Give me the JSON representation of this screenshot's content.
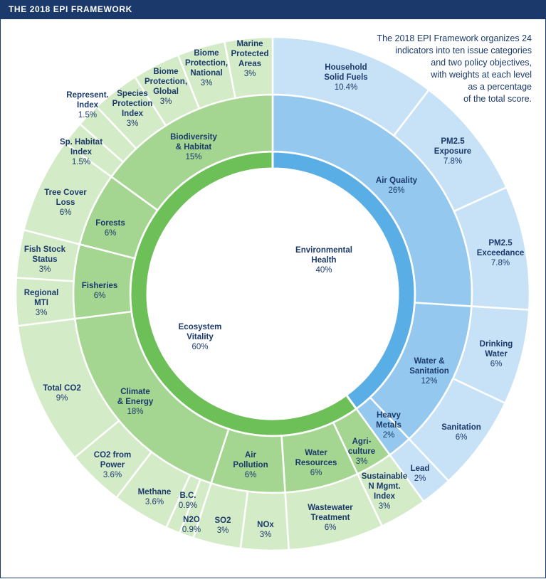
{
  "header": {
    "title": "THE 2018 EPI FRAMEWORK"
  },
  "intro": {
    "lines": [
      "The 2018 EPI Framework organizes 24",
      "indicators into ten issue categories",
      "and two policy objectives,",
      "with weights at each level",
      "as a percentage",
      "of the total score."
    ]
  },
  "colors": {
    "header": "#1b3a6b",
    "text": "#1b3a6b",
    "health_ring1": "#5aaee6",
    "health_ring2": "#94c8ef",
    "health_ring3": "#c7e2f6",
    "vitality_ring1": "#6dbf58",
    "vitality_ring2": "#a5d691",
    "vitality_ring3": "#d4ebc8"
  },
  "chart_data": {
    "type": "sunburst",
    "rings": [
      {
        "level": "policy objective",
        "segments": [
          {
            "name": "Environmental Health",
            "value": "40%",
            "weight": 40,
            "group": "health"
          },
          {
            "name": "Ecosystem Vitality",
            "value": "60%",
            "weight": 60,
            "group": "vitality"
          }
        ]
      },
      {
        "level": "issue category",
        "segments": [
          {
            "name": "Air Quality",
            "value": "26%",
            "weight": 26,
            "group": "health"
          },
          {
            "name": "Water & Sanitation",
            "value": "12%",
            "weight": 12,
            "group": "health"
          },
          {
            "name": "Heavy Metals",
            "value": "2%",
            "weight": 2,
            "group": "health"
          },
          {
            "name": "Agri-culture",
            "value": "3%",
            "weight": 3,
            "group": "vitality"
          },
          {
            "name": "Water Resources",
            "value": "6%",
            "weight": 6,
            "group": "vitality"
          },
          {
            "name": "Air Pollution",
            "value": "6%",
            "weight": 6,
            "group": "vitality"
          },
          {
            "name": "Climate & Energy",
            "value": "18%",
            "weight": 18,
            "group": "vitality"
          },
          {
            "name": "Fisheries",
            "value": "6%",
            "weight": 6,
            "group": "vitality"
          },
          {
            "name": "Forests",
            "value": "6%",
            "weight": 6,
            "group": "vitality"
          },
          {
            "name": "Biodiversity & Habitat",
            "value": "15%",
            "weight": 15,
            "group": "vitality"
          }
        ]
      },
      {
        "level": "indicator",
        "segments": [
          {
            "name": "Household Solid Fuels",
            "value": "10.4%",
            "weight": 10.4,
            "group": "health"
          },
          {
            "name": "PM2.5 Exposure",
            "value": "7.8%",
            "weight": 7.8,
            "group": "health"
          },
          {
            "name": "PM2.5 Exceedance",
            "value": "7.8%",
            "weight": 7.8,
            "group": "health"
          },
          {
            "name": "Drinking Water",
            "value": "6%",
            "weight": 6,
            "group": "health"
          },
          {
            "name": "Sanitation",
            "value": "6%",
            "weight": 6,
            "group": "health"
          },
          {
            "name": "Lead",
            "value": "2%",
            "weight": 2,
            "group": "health"
          },
          {
            "name": "Sustainable N Mgmt. Index",
            "value": "3%",
            "weight": 3,
            "group": "vitality"
          },
          {
            "name": "Wastewater Treatment",
            "value": "6%",
            "weight": 6,
            "group": "vitality"
          },
          {
            "name": "NOx",
            "value": "3%",
            "weight": 3,
            "group": "vitality"
          },
          {
            "name": "SO2",
            "value": "3%",
            "weight": 3,
            "group": "vitality"
          },
          {
            "name": "N2O",
            "value": "0.9%",
            "weight": 0.9,
            "group": "vitality"
          },
          {
            "name": "B.C.",
            "value": "0.9%",
            "weight": 0.9,
            "group": "vitality"
          },
          {
            "name": "Methane",
            "value": "3.6%",
            "weight": 3.6,
            "group": "vitality"
          },
          {
            "name": "CO2 from Power",
            "value": "3.6%",
            "weight": 3.6,
            "group": "vitality"
          },
          {
            "name": "Total CO2",
            "value": "9%",
            "weight": 9,
            "group": "vitality"
          },
          {
            "name": "Regional MTI",
            "value": "3%",
            "weight": 3,
            "group": "vitality"
          },
          {
            "name": "Fish Stock Status",
            "value": "3%",
            "weight": 3,
            "group": "vitality"
          },
          {
            "name": "Tree Cover Loss",
            "value": "6%",
            "weight": 6,
            "group": "vitality"
          },
          {
            "name": "Sp. Habitat Index",
            "value": "1.5%",
            "weight": 1.5,
            "group": "vitality"
          },
          {
            "name": "Represent. Index",
            "value": "1.5%",
            "weight": 1.5,
            "group": "vitality"
          },
          {
            "name": "Species Protection Index",
            "value": "3%",
            "weight": 3,
            "group": "vitality"
          },
          {
            "name": "Biome Protection, Global",
            "value": "3%",
            "weight": 3,
            "group": "vitality"
          },
          {
            "name": "Biome Protection, National",
            "value": "3%",
            "weight": 3,
            "group": "vitality"
          },
          {
            "name": "Marine Protected Areas",
            "value": "3%",
            "weight": 3,
            "group": "vitality"
          }
        ]
      }
    ]
  }
}
